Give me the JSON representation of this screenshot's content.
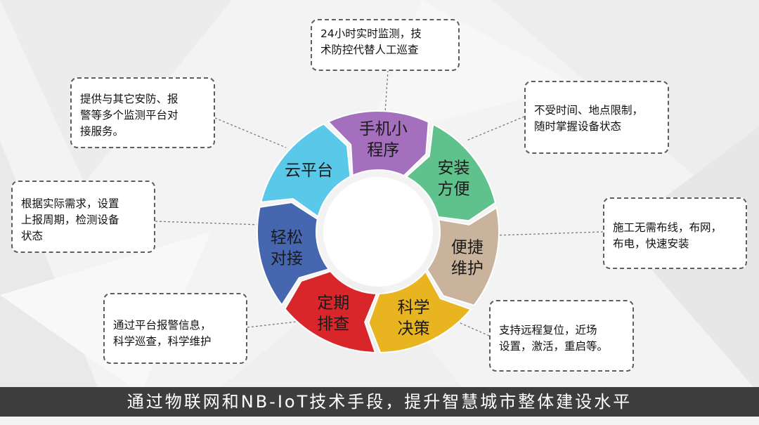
{
  "segments": [
    {
      "label": "云平台",
      "color": "#5ac8e8"
    },
    {
      "label": "手机小\n程序",
      "color": "#a46fbc"
    },
    {
      "label": "安装\n方便",
      "color": "#5fc18b"
    },
    {
      "label": "便捷\n维护",
      "color": "#c9b39c"
    },
    {
      "label": "科学\n决策",
      "color": "#e8b420"
    },
    {
      "label": "定期\n排查",
      "color": "#d9262b"
    },
    {
      "label": "轻松\n对接",
      "color": "#4766b0"
    }
  ],
  "callouts": [
    {
      "id": "monitoring",
      "text": "24小时实时监测，技\n术防控代替人工巡查"
    },
    {
      "id": "no-limit",
      "text": "不受时间、地点限制，\n随时掌握设备状态"
    },
    {
      "id": "install",
      "text": "施工无需布线，布网，\n布电，快速安装"
    },
    {
      "id": "remote",
      "text": "支持远程复位，近场\n设置，激活，重启等。"
    },
    {
      "id": "alarm",
      "text": "通过平台报警信息，\n科学巡查，科学维护"
    },
    {
      "id": "period",
      "text": "根据实际需求，设置\n上报周期，检测设备\n状态"
    },
    {
      "id": "service",
      "text": "提供与其它安防、报\n警等多个监测平台对\n接服务。"
    }
  ],
  "banner": {
    "text": "通过物联网和NB-IoT技术手段，提升智慧城市整体建设水平"
  }
}
